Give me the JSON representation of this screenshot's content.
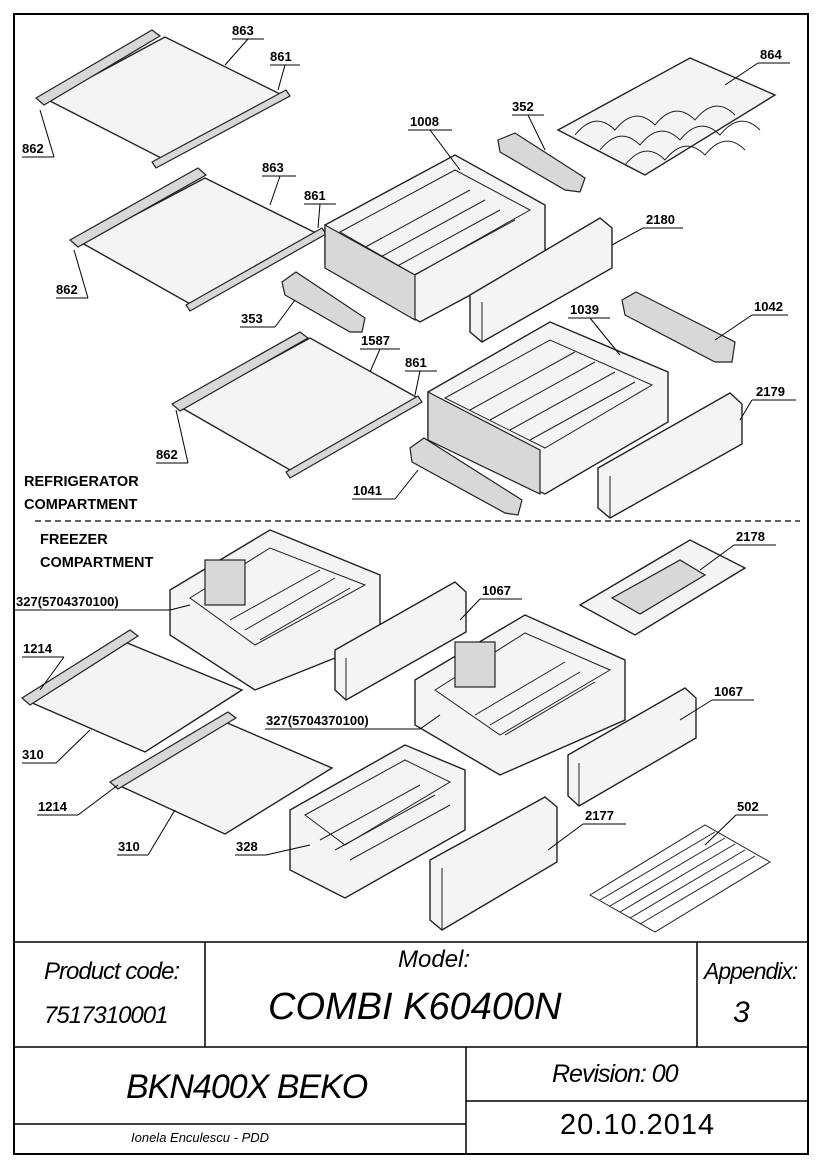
{
  "sections": {
    "refrigerator_line1": "REFRIGERATOR",
    "refrigerator_line2": "COMPARTMENT",
    "freezer_line1": "FREEZER",
    "freezer_line2": "COMPARTMENT"
  },
  "part_labels": {
    "p863_a": "863",
    "p861_a": "861",
    "p862_a": "862",
    "p863_b": "863",
    "p861_b": "861",
    "p862_b": "862",
    "p1587": "1587",
    "p861_c": "861",
    "p862_c": "862",
    "p1008": "1008",
    "p352": "352",
    "p864": "864",
    "p2180": "2180",
    "p353": "353",
    "p1039": "1039",
    "p1042": "1042",
    "p2179": "2179",
    "p1041": "1041",
    "p2178": "2178",
    "p327_a": "327(5704370100)",
    "p1067_a": "1067",
    "p1214_a": "1214",
    "p310_a": "310",
    "p327_b": "327(5704370100)",
    "p1067_b": "1067",
    "p1214_b": "1214",
    "p310_b": "310",
    "p328": "328",
    "p2177": "2177",
    "p502": "502"
  },
  "title_block": {
    "product_code_label": "Product code:",
    "product_code_value": "7517310001",
    "model_label": "Model:",
    "model_value": "COMBI K60400N",
    "appendix_label": "Appendix:",
    "appendix_value": "3",
    "product_name": "BKN400X BEKO",
    "author": "Ionela Enculescu - PDD",
    "revision": "Revision: 00",
    "date": "20.10.2014"
  }
}
